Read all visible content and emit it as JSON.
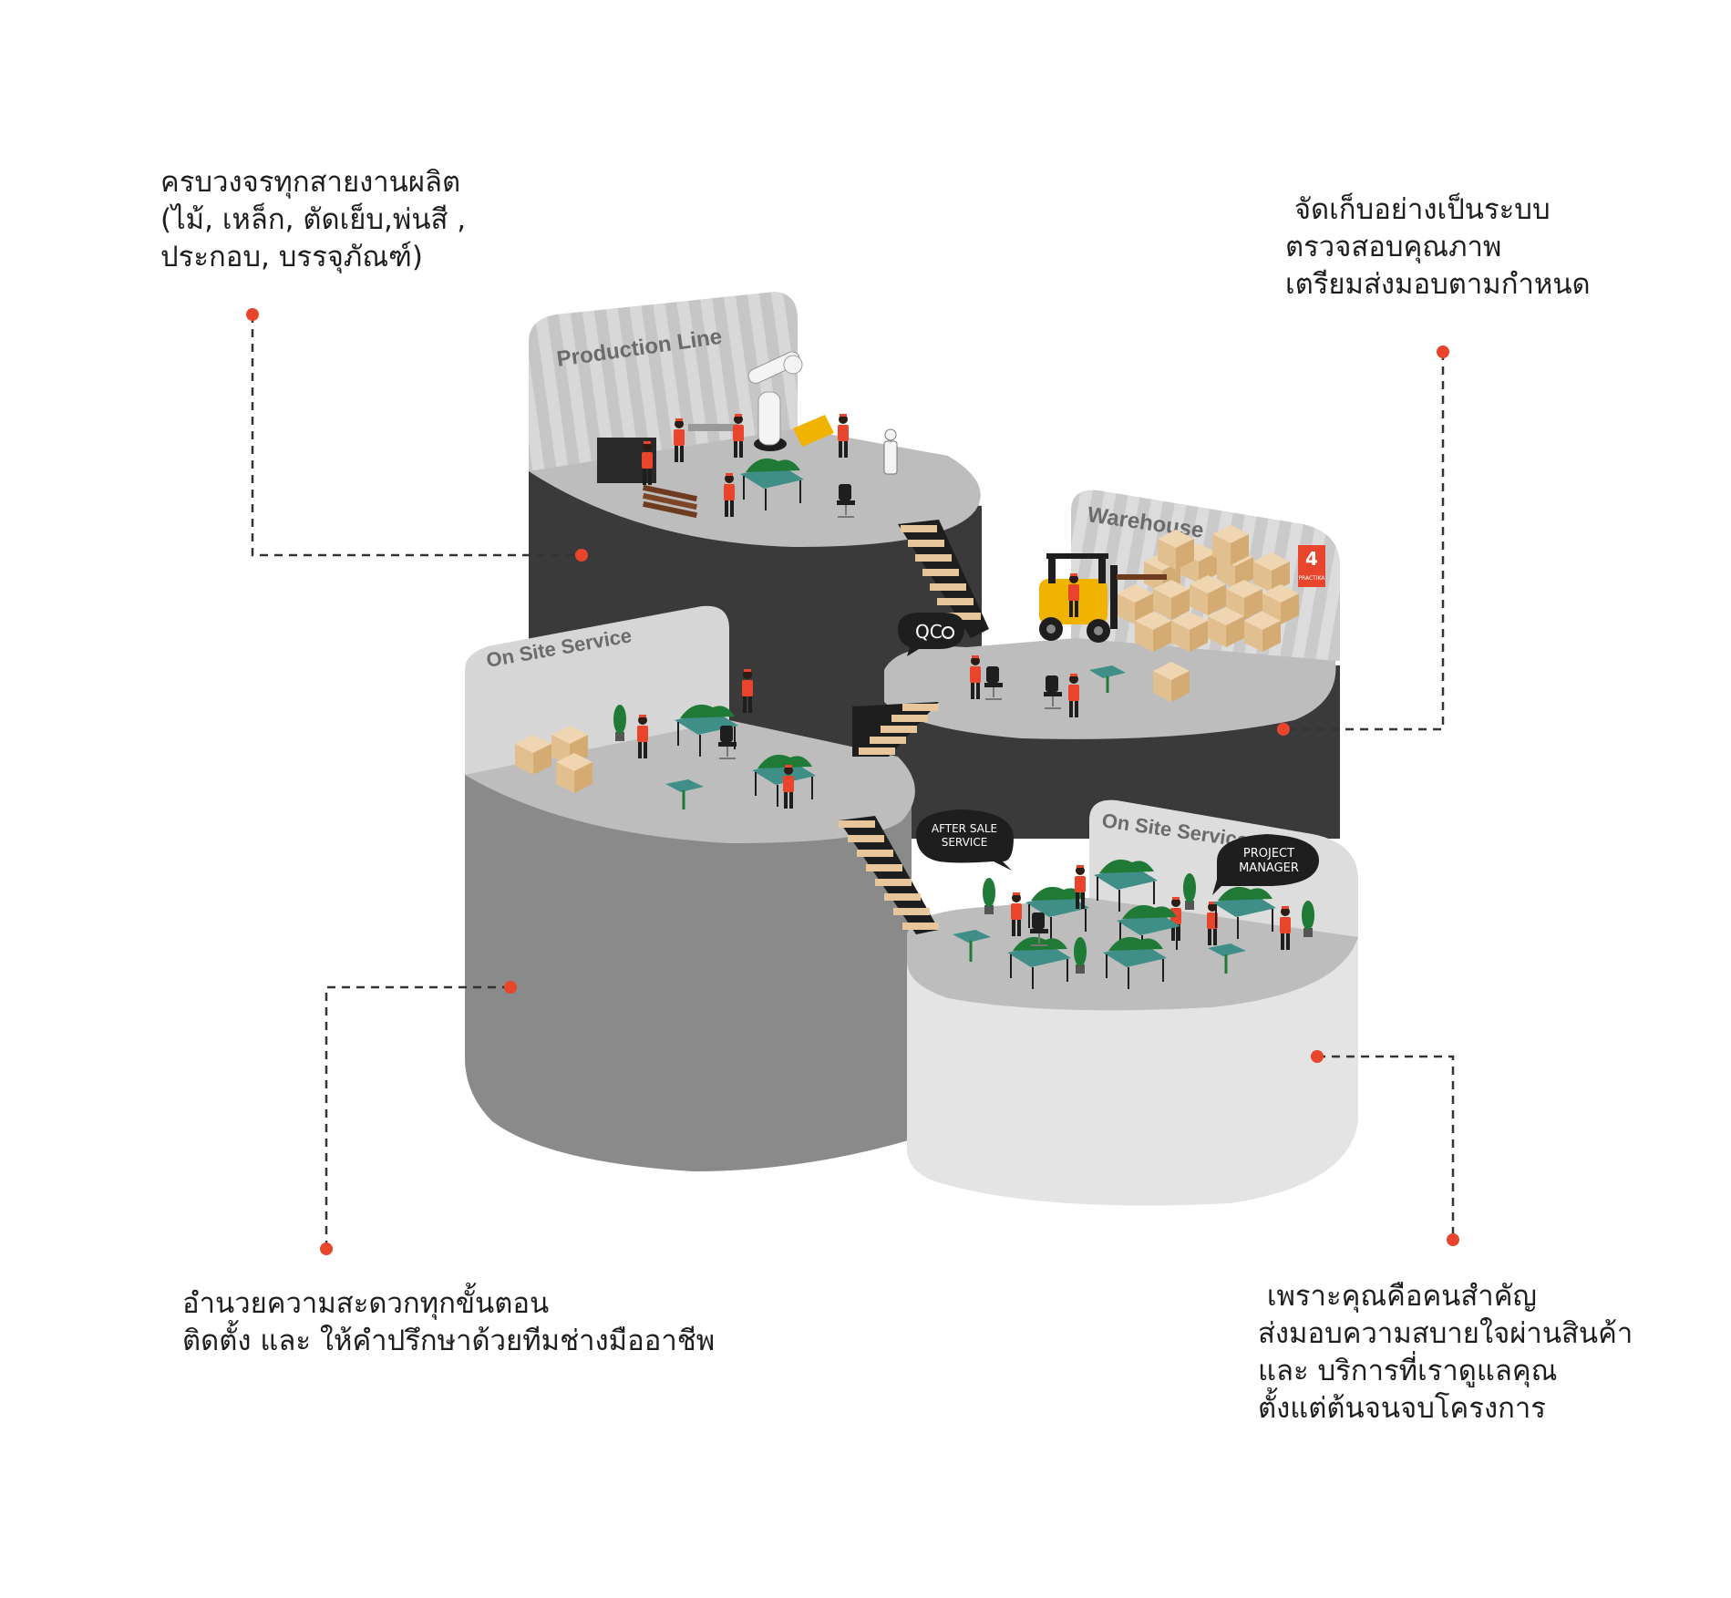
{
  "colors": {
    "accent": "#e8452c",
    "dark_block": "#3a3a3a",
    "mid_block": "#8a8a8a",
    "light_block": "#e4e4e4",
    "floor": "#bdbdbd",
    "box": "#e6c79c",
    "table_top": "#3f8f88",
    "tree": "#1e7a35",
    "forklift": "#f0b400"
  },
  "callouts": {
    "production": {
      "lines": [
        "ครบวงจรทุกสายงานผลิต",
        "(ไม้, เหล็ก, ตัดเย็บ,พ่นสี ,",
        "ประกอบ, บรรจุภัณฑ์)"
      ]
    },
    "warehouse": {
      "lines": [
        " จัดเก็บอย่างเป็นระบบ",
        "ตรวจสอบคุณภาพ",
        "เตรียมส่งมอบตามกำหนด"
      ]
    },
    "install": {
      "lines": [
        "อำนวยความสะดวกทุกขั้นตอน",
        "ติดตั้ง และ ให้คำปรึกษาด้วยทีมช่างมืออาชีพ"
      ]
    },
    "service": {
      "lines": [
        " เพราะคุณคือคนสำคัญ",
        "ส่งมอบความสบายใจผ่านสินค้า",
        "และ บริการที่เราดูแลคุณ",
        "ตั้งแต่ต้นจนจบโครงการ"
      ]
    }
  },
  "platforms": {
    "production": "Production Line",
    "warehouse": "Warehouse",
    "onsite_left": "On Site Service",
    "onsite_right": "On Site Service"
  },
  "bubbles": {
    "qc": "QC",
    "after_sale": [
      "AFTER SALE",
      "SERVICE"
    ],
    "project_manager": [
      "PROJECT",
      "MANAGER"
    ]
  },
  "sign": {
    "number": "4",
    "text": "PRACTIKA"
  },
  "icons": [
    "worker-figure",
    "robot-arm",
    "forklift",
    "cardboard-box",
    "office-desk",
    "office-chair",
    "potted-plant",
    "staircase",
    "magnifier-icon"
  ]
}
